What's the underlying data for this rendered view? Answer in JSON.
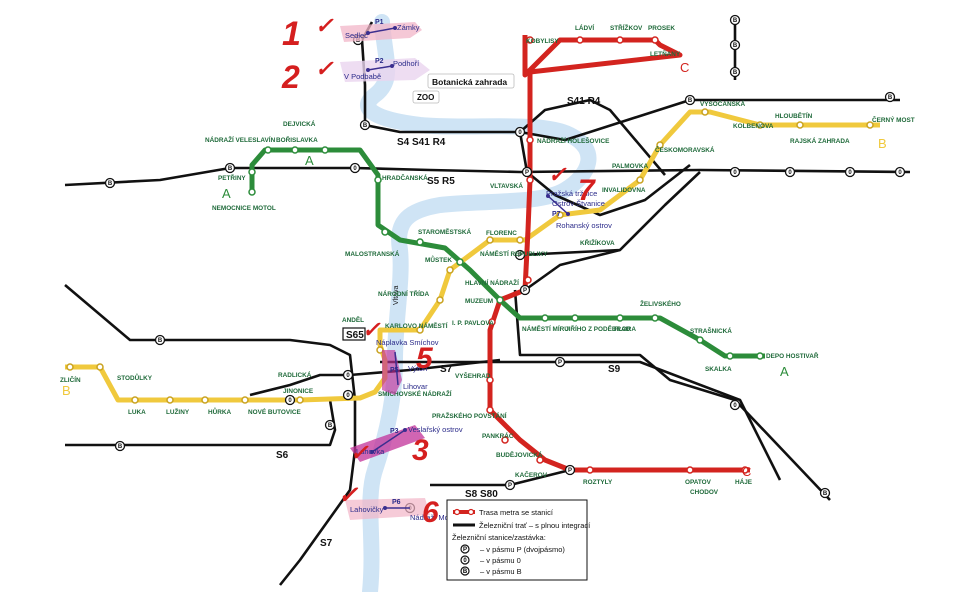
{
  "colors": {
    "line_a": "#2c8c3a",
    "line_b": "#f0c93d",
    "line_c": "#d3241f",
    "rail": "#111111",
    "river": "#cfe4f5",
    "ferry": "#3b2e8f",
    "annotation": "#d51f1f",
    "highlight_pink": "#f2b5c8",
    "highlight_magenta": "#c2319a"
  },
  "line_letters": {
    "a_west": "A",
    "a_north": "A",
    "a_east": "A",
    "b_west": "B",
    "b_east": "B",
    "c_north": "C",
    "c_south": "C"
  },
  "rail_labels": {
    "s4_s41_r4": "S4 S41 R4",
    "s41_r4": "S41 R4",
    "s5_r5": "S5 R5",
    "s65": "S65",
    "s7_mid": "S7",
    "s9": "S9",
    "s6": "S6",
    "s8_s80": "S8 S80",
    "s7_bottom": "S7"
  },
  "stations": {
    "line_a": [
      "NÁDRAŽÍ VELESLAVÍN",
      "BOŘISLAVKA",
      "DEJVICKÁ",
      "PETŘINY",
      "NEMOCNICE MOTOL",
      "HRADČANSKÁ",
      "MALOSTRANSKÁ",
      "STAROMĚSTSKÁ",
      "MŮSTEK",
      "MUZEUM",
      "NÁMĚSTÍ MÍRU",
      "JIŘÍHO Z PODĚBRAD",
      "FLORA",
      "ŽELIVSKÉHO",
      "STRAŠNICKÁ",
      "SKALKA",
      "DEPO HOSTIVAŘ"
    ],
    "line_b": [
      "VYSOČANSKÁ",
      "KOLBENOVA",
      "HLOUBĚTÍN",
      "ČERNÝ MOST",
      "RAJSKÁ ZAHRADA",
      "ČESKOMORAVSKÁ",
      "PALMOVKA",
      "INVALIDOVNA",
      "KŘIŽÍKOVA",
      "FLORENC",
      "NÁMĚSTÍ REPUBLIKY",
      "NÁRODNÍ TŘÍDA",
      "KARLOVO NÁMĚSTÍ",
      "ANDĚL",
      "SMÍCHOVSKÉ NÁDRAŽÍ",
      "RADLICKÁ",
      "JINONICE",
      "NOVÉ BUTOVICE",
      "HŮRKA",
      "LUŽINY",
      "LUKA",
      "STODŮLKY",
      "ZLIČÍN"
    ],
    "line_c": [
      "LÁDVÍ",
      "STŘÍŽKOV",
      "PROSEK",
      "LETŇANY",
      "KOBYLISY",
      "NÁDRAŽÍ HOLEŠOVICE",
      "VLTAVSKÁ",
      "HLAVNÍ NÁDRAŽÍ",
      "I. P. PAVLOVA",
      "VYŠEHRAD",
      "PRAŽSKÉHO POVSTÁNÍ",
      "PANKRÁC",
      "BUDĚJOVICKÁ",
      "KAČEROV",
      "ROZTYLY",
      "OPATOV",
      "CHODOV",
      "HÁJE"
    ]
  },
  "ferries": {
    "p1": {
      "num": "P1",
      "a": "Sedlec",
      "b": "Zámky"
    },
    "p2": {
      "num": "P2",
      "a": "V Podbabě",
      "b": "Podhoří"
    },
    "p7": {
      "num": "P7",
      "a": "Pražská tržnice",
      "b": "Ostrov Štvanice",
      "c": "Rohanský ostrov"
    },
    "p5": {
      "num": "P5",
      "a": "Náplavka Smíchov",
      "b": "Výtoň",
      "c": "Lihovar"
    },
    "p3": {
      "num": "P3",
      "a": "Lahovka",
      "b": "Veslařský ostrov"
    },
    "p6": {
      "num": "P6",
      "a": "Lahovičky",
      "b": "Nádraží Modřany"
    },
    "p_extra": {
      "a": "Lahovičky"
    }
  },
  "places": {
    "botanic": "Botanická zahrada",
    "zoo": "ZOO",
    "river": "Vltava"
  },
  "annotations": {
    "n1": "1",
    "n2": "2",
    "n3": "3",
    "n5": "5",
    "n6": "6",
    "n7": "7",
    "check": "✓"
  },
  "legend": {
    "metro": "Trasa metra se stanicí",
    "rail": "Železniční trať – s plnou integrací",
    "heading": "Železniční stanice/zastávka:",
    "p": "– v pásmu P (dvojpásmo)",
    "zero": "– v pásmu 0",
    "b": "– v pásmu B",
    "sym_p": "P",
    "sym_0": "0",
    "sym_b": "B"
  }
}
